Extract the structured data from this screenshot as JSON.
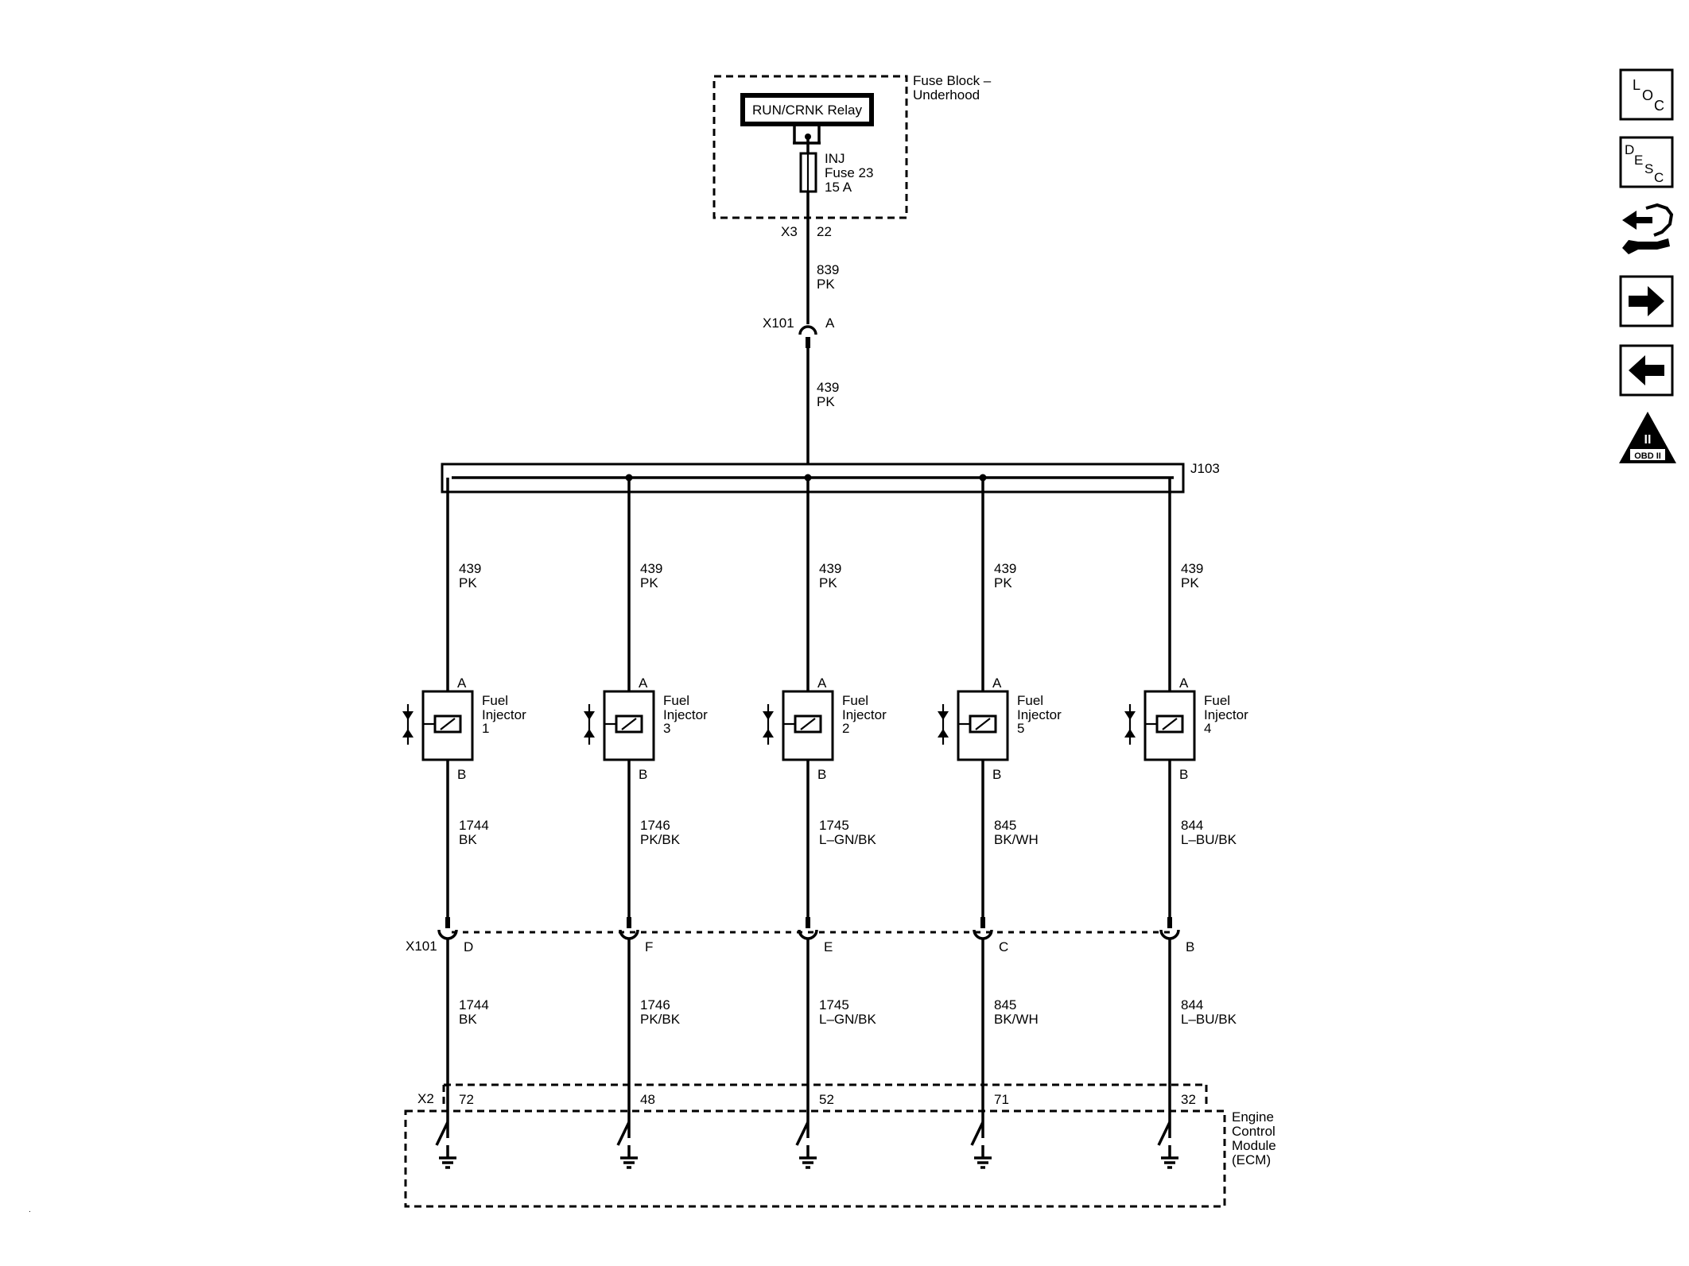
{
  "fuse_block": {
    "name_line1": "Fuse Block –",
    "name_line2": "Underhood",
    "relay_label": "RUN/CRNK Relay",
    "fuse_line1": "INJ",
    "fuse_line2": "Fuse 23",
    "fuse_line3": "15 A",
    "connector": "X3",
    "pin": "22"
  },
  "feed_upper": {
    "circuit": "839",
    "color": "PK"
  },
  "inline_connector": {
    "name": "X101",
    "pin": "A"
  },
  "feed_lower": {
    "circuit": "439",
    "color": "PK"
  },
  "splice": {
    "name": "J103"
  },
  "injectors": [
    {
      "label_line1": "Fuel",
      "label_line2": "Injector",
      "number": "1",
      "pin_a": "A",
      "pin_b": "B",
      "upper_circuit": "439",
      "upper_color": "PK",
      "lower_circuit": "1744",
      "lower_color": "BK",
      "x101_pin": "D",
      "ecm_circuit": "1744",
      "ecm_color": "BK",
      "ecm_pin": "72"
    },
    {
      "label_line1": "Fuel",
      "label_line2": "Injector",
      "number": "3",
      "pin_a": "A",
      "pin_b": "B",
      "upper_circuit": "439",
      "upper_color": "PK",
      "lower_circuit": "1746",
      "lower_color": "PK/BK",
      "x101_pin": "F",
      "ecm_circuit": "1746",
      "ecm_color": "PK/BK",
      "ecm_pin": "48"
    },
    {
      "label_line1": "Fuel",
      "label_line2": "Injector",
      "number": "2",
      "pin_a": "A",
      "pin_b": "B",
      "upper_circuit": "439",
      "upper_color": "PK",
      "lower_circuit": "1745",
      "lower_color": "L–GN/BK",
      "x101_pin": "E",
      "ecm_circuit": "1745",
      "ecm_color": "L–GN/BK",
      "ecm_pin": "52"
    },
    {
      "label_line1": "Fuel",
      "label_line2": "Injector",
      "number": "5",
      "pin_a": "A",
      "pin_b": "B",
      "upper_circuit": "439",
      "upper_color": "PK",
      "lower_circuit": "845",
      "lower_color": "BK/WH",
      "x101_pin": "C",
      "ecm_circuit": "845",
      "ecm_color": "BK/WH",
      "ecm_pin": "71"
    },
    {
      "label_line1": "Fuel",
      "label_line2": "Injector",
      "number": "4",
      "pin_a": "A",
      "pin_b": "B",
      "upper_circuit": "439",
      "upper_color": "PK",
      "lower_circuit": "844",
      "lower_color": "L–BU/BK",
      "x101_pin": "B",
      "ecm_circuit": "844",
      "ecm_color": "L–BU/BK",
      "ecm_pin": "32"
    }
  ],
  "x101_lower_name": "X101",
  "ecm": {
    "connector": "X2",
    "name_line1": "Engine",
    "name_line2": "Control",
    "name_line3": "Module",
    "name_line4": "(ECM)"
  },
  "nav": {
    "loc": {
      "l": "L",
      "o": "O",
      "c": "C"
    },
    "desc": {
      "d": "D",
      "e": "E",
      "s": "S",
      "c": "C"
    },
    "obd_top": "II",
    "obd_bottom": "OBD II",
    "icons": [
      "location-icon",
      "description-icon",
      "connector-repair-icon",
      "next-arrow-icon",
      "previous-arrow-icon",
      "obd-ii-icon"
    ]
  }
}
